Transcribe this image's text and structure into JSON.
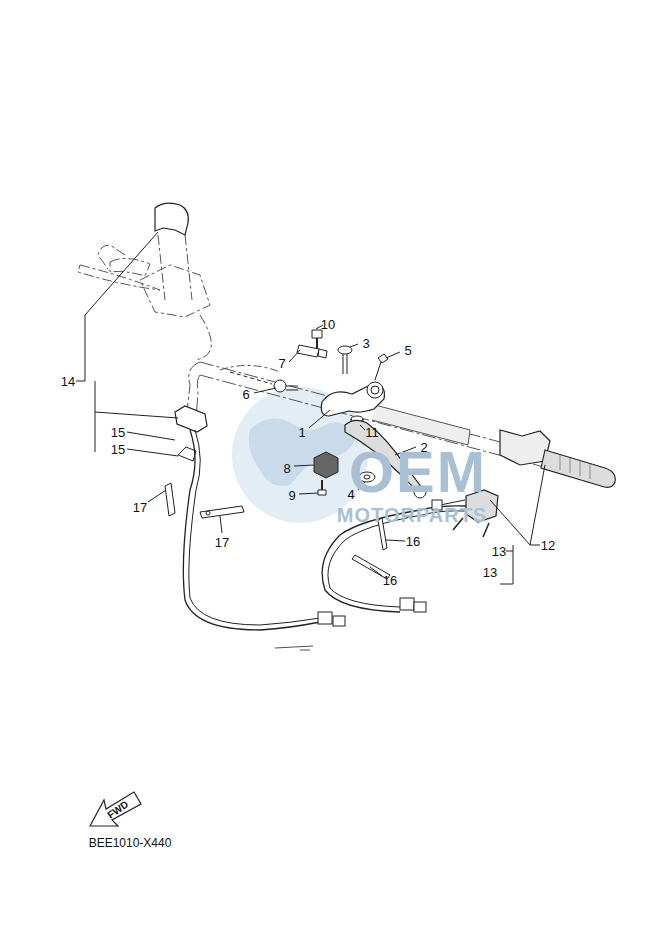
{
  "diagram": {
    "labels": [
      "10",
      "7",
      "3",
      "5",
      "6",
      "1",
      "11",
      "2",
      "14",
      "15",
      "15",
      "8",
      "9",
      "4",
      "17",
      "17",
      "16",
      "16",
      "12",
      "13",
      "13",
      "FWD",
      "BEE1010-X440",
      "OEM",
      "MOTORPARTS"
    ]
  }
}
